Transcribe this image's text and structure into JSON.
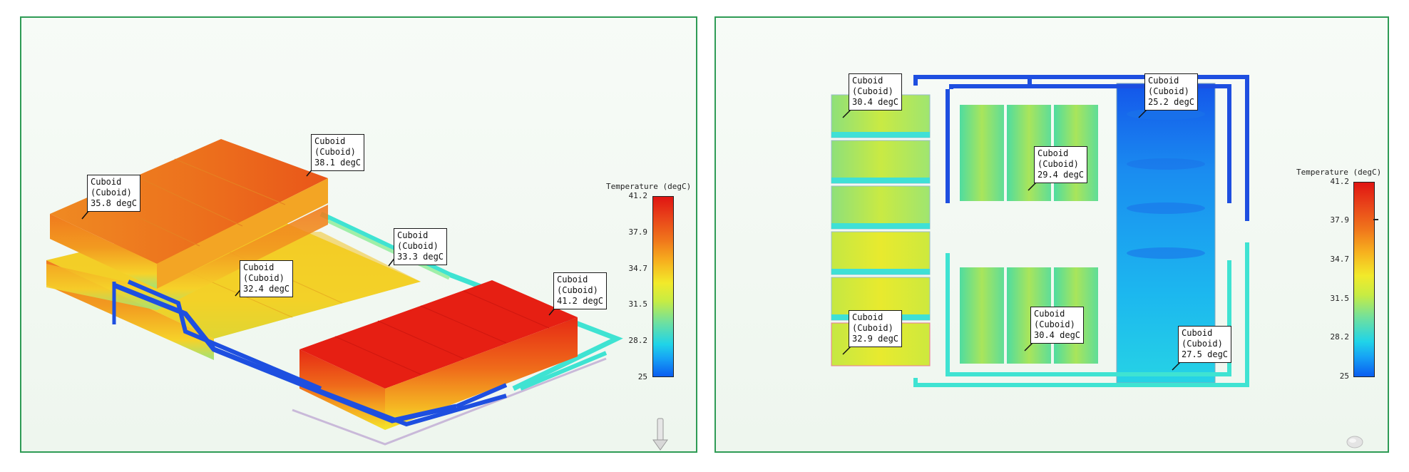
{
  "viewports": {
    "left": {
      "colorbar": {
        "title": "Temperature (degC)",
        "ticks": [
          "41.2",
          "37.9",
          "34.7",
          "31.5",
          "28.2",
          "25"
        ]
      },
      "probes": [
        {
          "line1": "Cuboid",
          "line2": "(Cuboid)",
          "value": "35.8 degC"
        },
        {
          "line1": "Cuboid",
          "line2": "(Cuboid)",
          "value": "38.1 degC"
        },
        {
          "line1": "Cuboid",
          "line2": "(Cuboid)",
          "value": "33.3 degC"
        },
        {
          "line1": "Cuboid",
          "line2": "(Cuboid)",
          "value": "32.4 degC"
        },
        {
          "line1": "Cuboid",
          "line2": "(Cuboid)",
          "value": "41.2 degC"
        }
      ],
      "orientation_icon": "axis-triad-icon"
    },
    "right": {
      "colorbar": {
        "title": "Temperature (degC)",
        "ticks": [
          "41.2",
          "37.9",
          "34.7",
          "31.5",
          "28.2",
          "25"
        ]
      },
      "probes": [
        {
          "line1": "Cuboid",
          "line2": "(Cuboid)",
          "value": "30.4 degC"
        },
        {
          "line1": "Cuboid",
          "line2": "(Cuboid)",
          "value": "25.2 degC"
        },
        {
          "line1": "Cuboid",
          "line2": "(Cuboid)",
          "value": "29.4 degC"
        },
        {
          "line1": "Cuboid",
          "line2": "(Cuboid)",
          "value": "32.9 degC"
        },
        {
          "line1": "Cuboid",
          "line2": "(Cuboid)",
          "value": "30.4 degC"
        },
        {
          "line1": "Cuboid",
          "line2": "(Cuboid)",
          "value": "27.5 degC"
        }
      ],
      "orientation_icon": "axis-triad-icon"
    }
  },
  "colors": {
    "viewport_border": "#2e9b55",
    "pipe_blue": "#1e4fe0",
    "pipe_cyan": "#3fe3d2",
    "hot": "#e01512",
    "cold": "#0a5df0"
  }
}
